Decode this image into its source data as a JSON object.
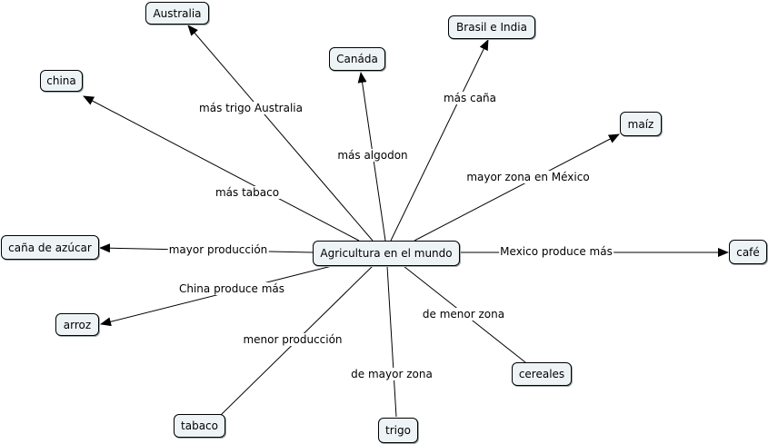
{
  "map": {
    "center": {
      "id": "center",
      "label": "Agricultura en el mundo"
    },
    "nodes": [
      {
        "id": "australia",
        "label": "Australia"
      },
      {
        "id": "china",
        "label": "china"
      },
      {
        "id": "canada",
        "label": "Canáda"
      },
      {
        "id": "brasil",
        "label": "Brasil e India"
      },
      {
        "id": "maiz",
        "label": "maíz"
      },
      {
        "id": "cafe",
        "label": "café"
      },
      {
        "id": "cana",
        "label": "caña de azúcar"
      },
      {
        "id": "arroz",
        "label": "arroz"
      },
      {
        "id": "tabaco",
        "label": "tabaco"
      },
      {
        "id": "trigo",
        "label": "trigo"
      },
      {
        "id": "cereales",
        "label": "cereales"
      }
    ],
    "links": [
      {
        "to": "australia",
        "label": "más trigo Australia",
        "arrow": true
      },
      {
        "to": "china",
        "label": "más tabaco",
        "arrow": true
      },
      {
        "to": "canada",
        "label": "más algodon",
        "arrow": true
      },
      {
        "to": "brasil",
        "label": "más caña",
        "arrow": true
      },
      {
        "to": "maiz",
        "label": "mayor zona en México",
        "arrow": true
      },
      {
        "to": "cafe",
        "label": "Mexico produce más",
        "arrow": true
      },
      {
        "to": "cana",
        "label": "mayor producción",
        "arrow": true
      },
      {
        "to": "arroz",
        "label": "China produce más",
        "arrow": true
      },
      {
        "to": "tabaco",
        "label": "menor producción",
        "arrow": false
      },
      {
        "to": "trigo",
        "label": "de mayor zona",
        "arrow": false
      },
      {
        "to": "cereales",
        "label": "de menor zona",
        "arrow": false
      }
    ]
  }
}
